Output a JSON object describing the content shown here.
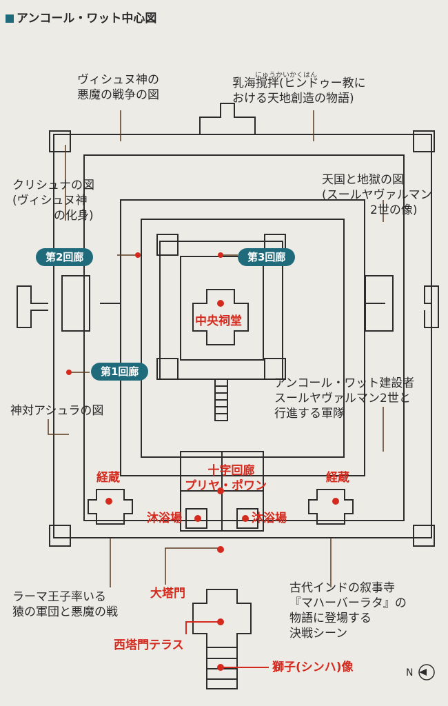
{
  "title": "アンコール・ワット中心図",
  "labels": {
    "vishnu_war": [
      "ヴィシュヌ神の",
      "悪魔の戦争の図"
    ],
    "churning_ruby": "にゅうかいかくはん",
    "churning": [
      "乳海撹拌(ヒンドゥー教に",
      "おける天地創造の物語)"
    ],
    "krishna": [
      "クリシュナの図",
      "(ヴィシュヌ神",
      "の化身)"
    ],
    "heaven_hell": [
      "天国と地獄の図",
      "(スールヤヴァルマン",
      "2世の像)"
    ],
    "builder": [
      "アンコール・ワット建設者",
      "スールヤヴァルマン2世と",
      "行進する軍隊"
    ],
    "asura": "神対アシュラの図",
    "rama": [
      "ラーマ王子率いる",
      "猿の軍団と悪魔の戦"
    ],
    "mahabharata": [
      "古代インドの叙事寺",
      "『マハーバーラタ』の",
      "物語に登場する",
      "決戦シーン"
    ]
  },
  "pills": {
    "gallery2": "第2回廊",
    "gallery3": "第3回廊",
    "gallery1": "第1回廊"
  },
  "red_labels": {
    "central": "中央祠堂",
    "library_left": "経蔵",
    "library_right": "経蔵",
    "cruciform": [
      "十字回廊",
      "プリヤ・ポワン"
    ],
    "bath_left": "沐浴場",
    "bath_right": "沐浴場",
    "great_gate": "大塔門",
    "west_gate_terrace": "西塔門テラス",
    "lion": "獅子(シンハ)像"
  },
  "compass": "N",
  "colors": {
    "accent": "#d42a1e",
    "pill": "#1f6b7c",
    "plan_line": "#2b2b2b",
    "bg": "#ecebe6"
  }
}
